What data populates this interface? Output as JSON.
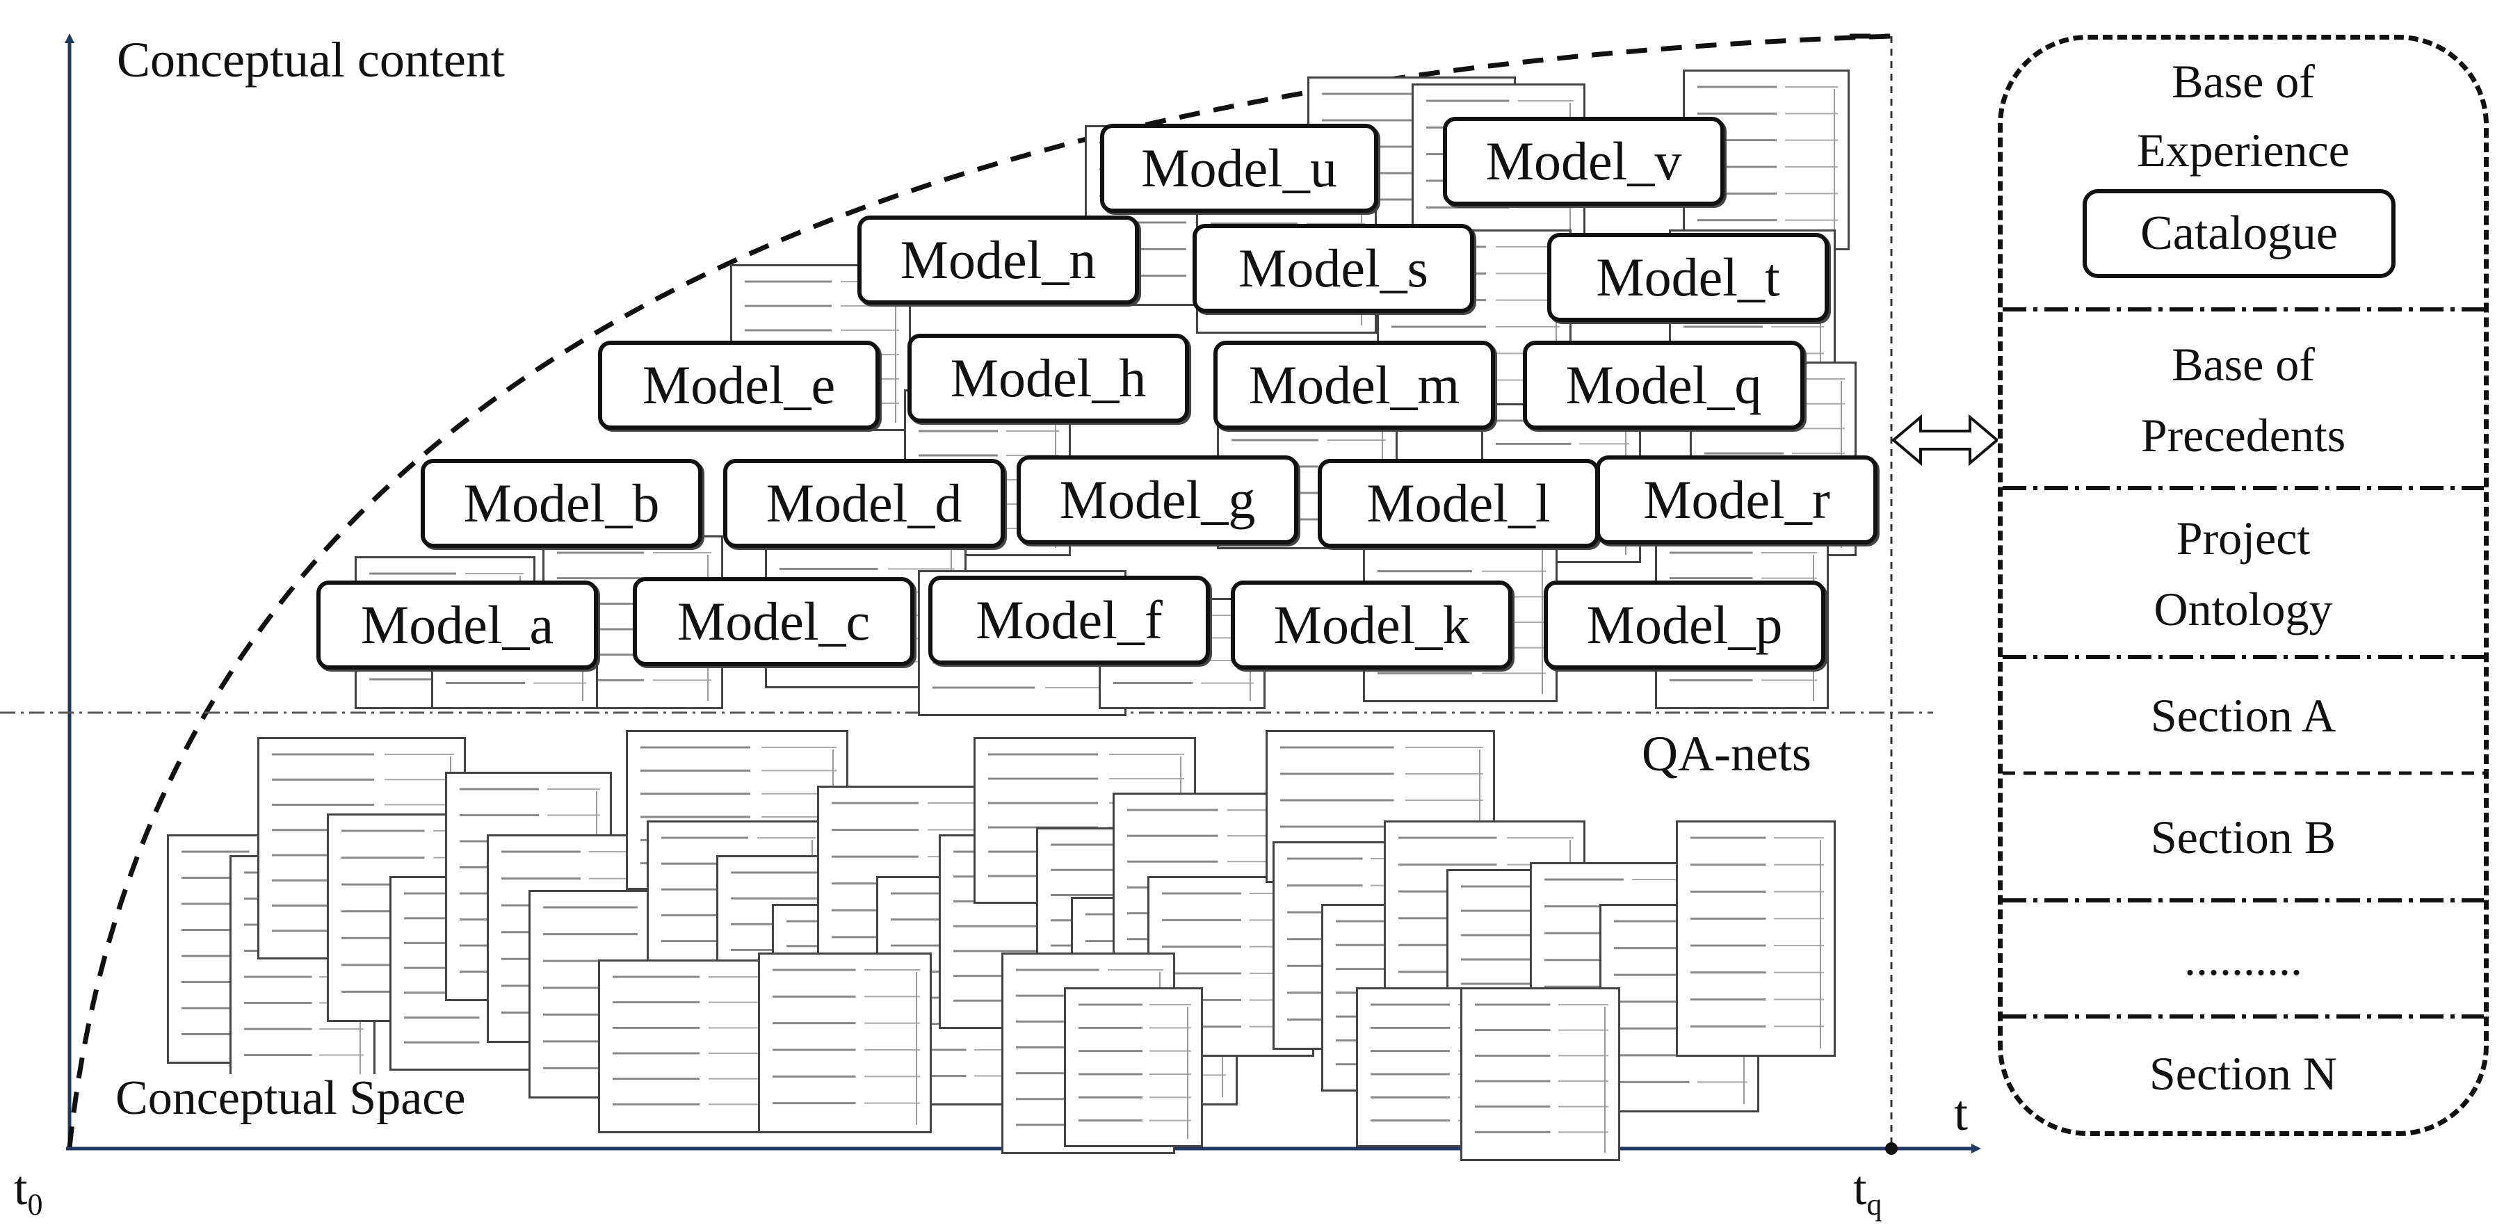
{
  "axes": {
    "y_label": "Conceptual content",
    "origin_label": "t",
    "origin_sub": "0",
    "x_label": "t",
    "end_label": "t",
    "end_sub": "q"
  },
  "regions": {
    "space_label": "Conceptual Space",
    "qa_nets_label": "QA-nets"
  },
  "models": [
    {
      "label": "Model_u"
    },
    {
      "label": "Model_v"
    },
    {
      "label": "Model_n"
    },
    {
      "label": "Model_s"
    },
    {
      "label": "Model_t"
    },
    {
      "label": "Model_e"
    },
    {
      "label": "Model_h"
    },
    {
      "label": "Model_m"
    },
    {
      "label": "Model_q"
    },
    {
      "label": "Model_b"
    },
    {
      "label": "Model_d"
    },
    {
      "label": "Model_g"
    },
    {
      "label": "Model_l"
    },
    {
      "label": "Model_r"
    },
    {
      "label": "Model_a"
    },
    {
      "label": "Model_c"
    },
    {
      "label": "Model_f"
    },
    {
      "label": "Model_k"
    },
    {
      "label": "Model_p"
    }
  ],
  "knowledge_base": {
    "rows": [
      {
        "label": "Base of Experience",
        "badge": "Catalogue"
      },
      {
        "label": "Base of Precedents"
      },
      {
        "label": "Project Ontology"
      },
      {
        "label": "Section A"
      },
      {
        "label": "Section B"
      },
      {
        "label": ".........."
      },
      {
        "label": "Section N"
      }
    ]
  },
  "colors": {
    "axis": "#1f3864",
    "line": "#111111",
    "card_border": "#444444"
  }
}
